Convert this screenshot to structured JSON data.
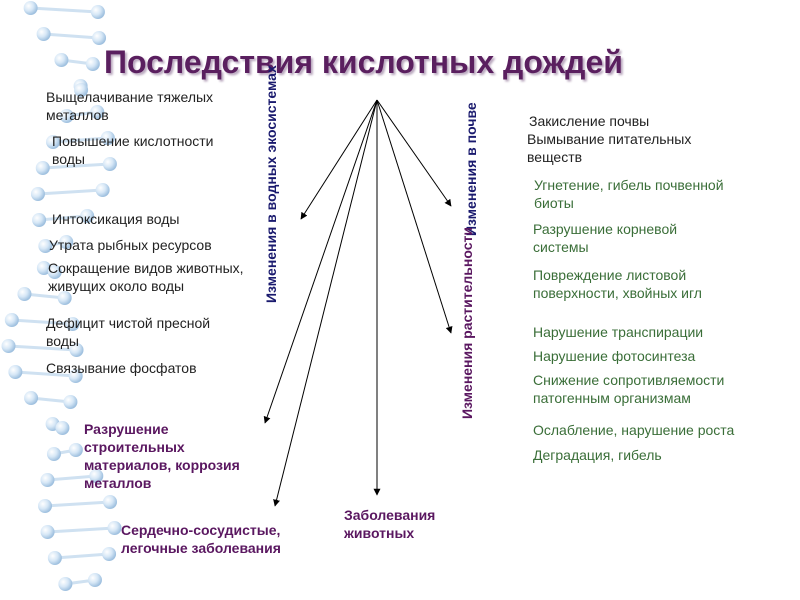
{
  "title": "Последствия кислотных дождей",
  "center_categories": {
    "water": "Изменения в водных экосистемах",
    "soil": "Изменения в почве",
    "plants": "Изменения растительности",
    "animals": "Заболевания животных"
  },
  "left_items": [
    "Выщелачивание тяжелых металлов",
    "Повышение кислотности воды",
    "Интоксикация воды",
    "Утрата рыбных ресурсов",
    "Сокращение видов животных, живущих около воды",
    "Дефицит чистой пресной воды",
    "Связывание фосфатов"
  ],
  "left_bold": {
    "materials": "Разрушение строительных материалов, коррозия металлов",
    "human_disease": "Сердечно-сосудистые, легочные заболевания"
  },
  "soil_items": [
    "Закисление почвы",
    "Вымывание питательных веществ",
    "Угнетение, гибель почвенной биоты",
    "Разрушение корневой системы"
  ],
  "plant_items": [
    "Повреждение листовой поверхности, хвойных игл",
    "Нарушение транспирации",
    "Нарушение фотосинтеза",
    "Снижение сопротивляемости патогенным организмам",
    "Ослабление, нарушение роста",
    "Деградация, гибель"
  ],
  "colors": {
    "title": "#5a1f5f",
    "green_text": "#3a6e38",
    "purple_text": "#5a1760",
    "navy_text": "#1a1a6e"
  },
  "decoration": "dna-helix"
}
